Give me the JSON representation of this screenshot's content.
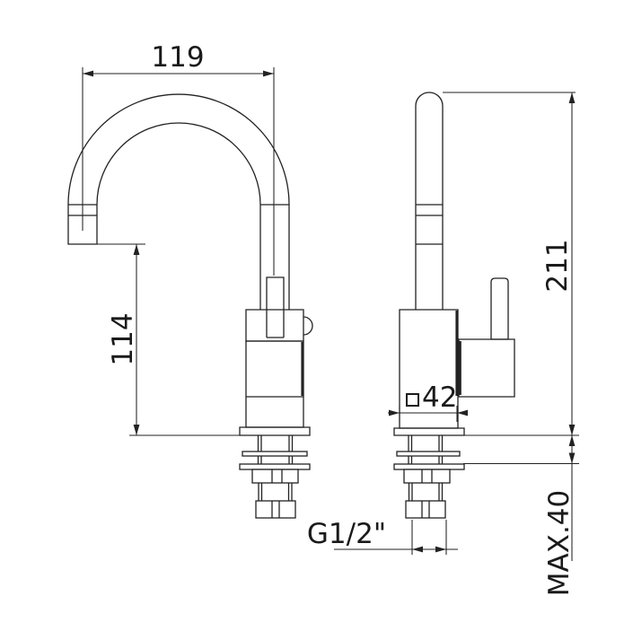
{
  "drawing": {
    "background_color": "#ffffff",
    "line_color": "#222222",
    "text_color": "#1a1a1a",
    "labels": {
      "spout_reach": "119",
      "outlet_height": "114",
      "overall_height": "211",
      "body_square_size": "42",
      "thread_size": "G1/2\"",
      "max_mount_thickness": "MAX.40"
    }
  }
}
